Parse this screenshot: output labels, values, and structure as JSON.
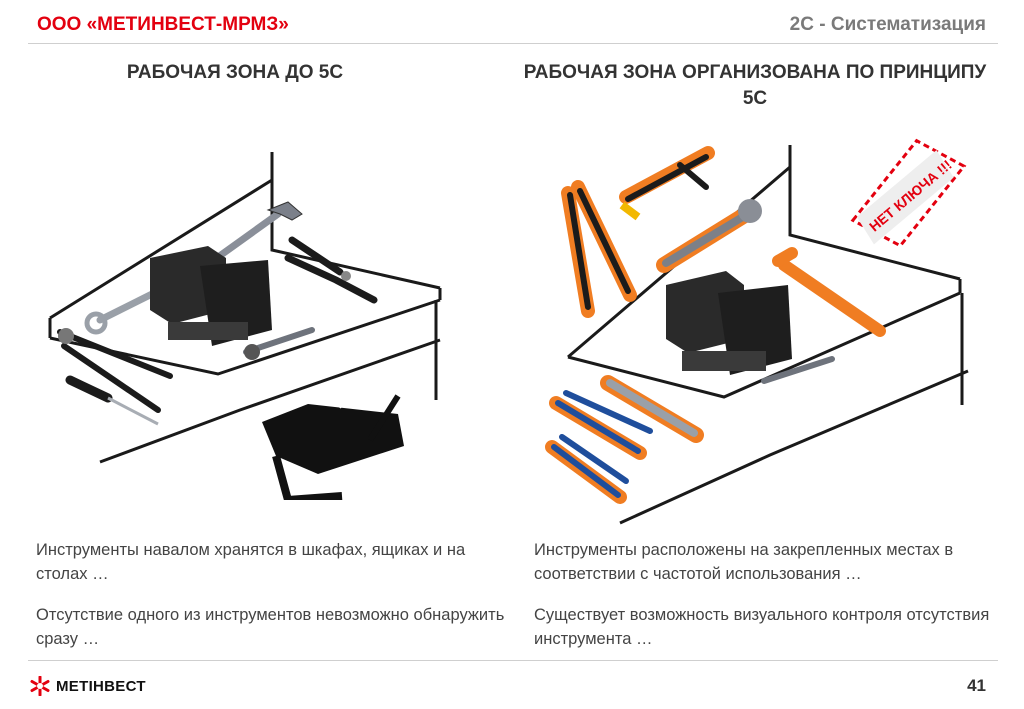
{
  "header": {
    "company": "ООО «МЕТИНВЕСТ-МРМЗ»",
    "section": "2С - Систематизация"
  },
  "left": {
    "title": "РАБОЧАЯ ЗОНА ДО 5С",
    "para1": "Инструменты навалом хранятся в шкафах, ящиках и на столах …",
    "para2": "Отсутствие одного из инструментов невозможно обнаружить сразу …"
  },
  "right": {
    "title": "РАБОЧАЯ ЗОНА ОРГАНИЗОВАНА ПО ПРИНЦИПУ 5С",
    "para1": "Инструменты расположены на закрепленных местах в соответствии с частотой использования …",
    "para2": "Существует возможность визуального контроля отсутствия инструмента …",
    "missing_tag": "НЕТ КЛЮЧА !!!"
  },
  "footer": {
    "brand": "МЕТІНВЕСТ",
    "page": "41"
  },
  "colors": {
    "brand_red": "#e3000f",
    "shadow_orange": "#f07d22",
    "tool_blue": "#1f4e9c"
  }
}
